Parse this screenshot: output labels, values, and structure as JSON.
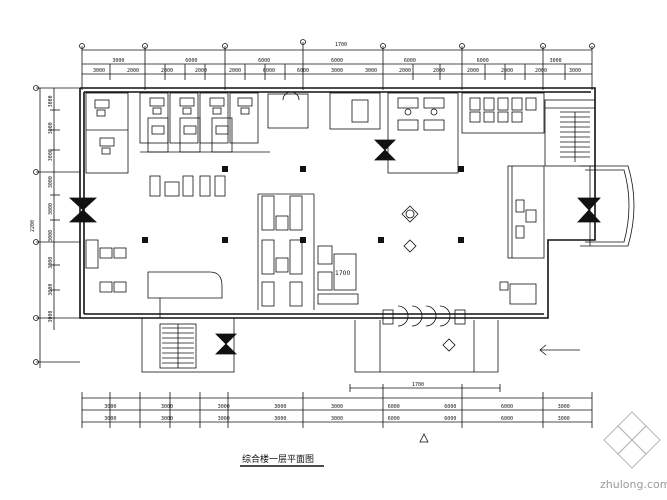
{
  "drawing": {
    "title": "综合楼一层平面图",
    "overall_dim_top": "1700",
    "overall_dim_bottom": "1700",
    "overall_dim_left": "2200",
    "room_label": "1700",
    "top_dims_outer": [
      "3000",
      "6000",
      "6000",
      "6000",
      "6000",
      "6000",
      "3000"
    ],
    "top_dims_inner": [
      "3000",
      "2000",
      "2000",
      "2000",
      "2000",
      "6000",
      "6000",
      "3000",
      "3000",
      "2000",
      "2000",
      "2000",
      "2000",
      "2000",
      "3000"
    ],
    "bottom_dims_outer": [
      "3000",
      "3000",
      "3000",
      "3000",
      "3000",
      "6000",
      "6000",
      "6000",
      "3000"
    ],
    "bottom_dims_inner": [
      "3000",
      "3000",
      "3000",
      "3000",
      "3000",
      "6000",
      "6000",
      "6000",
      "3000"
    ],
    "left_dims": [
      "3000",
      "3000",
      "3000",
      "3000",
      "3000",
      "3000",
      "3000",
      "3000",
      "3000"
    ]
  },
  "watermark": {
    "text": "zhulong.com"
  },
  "colors": {
    "line": "#111111",
    "bg": "#ffffff",
    "watermark": "#9a9a9a"
  }
}
